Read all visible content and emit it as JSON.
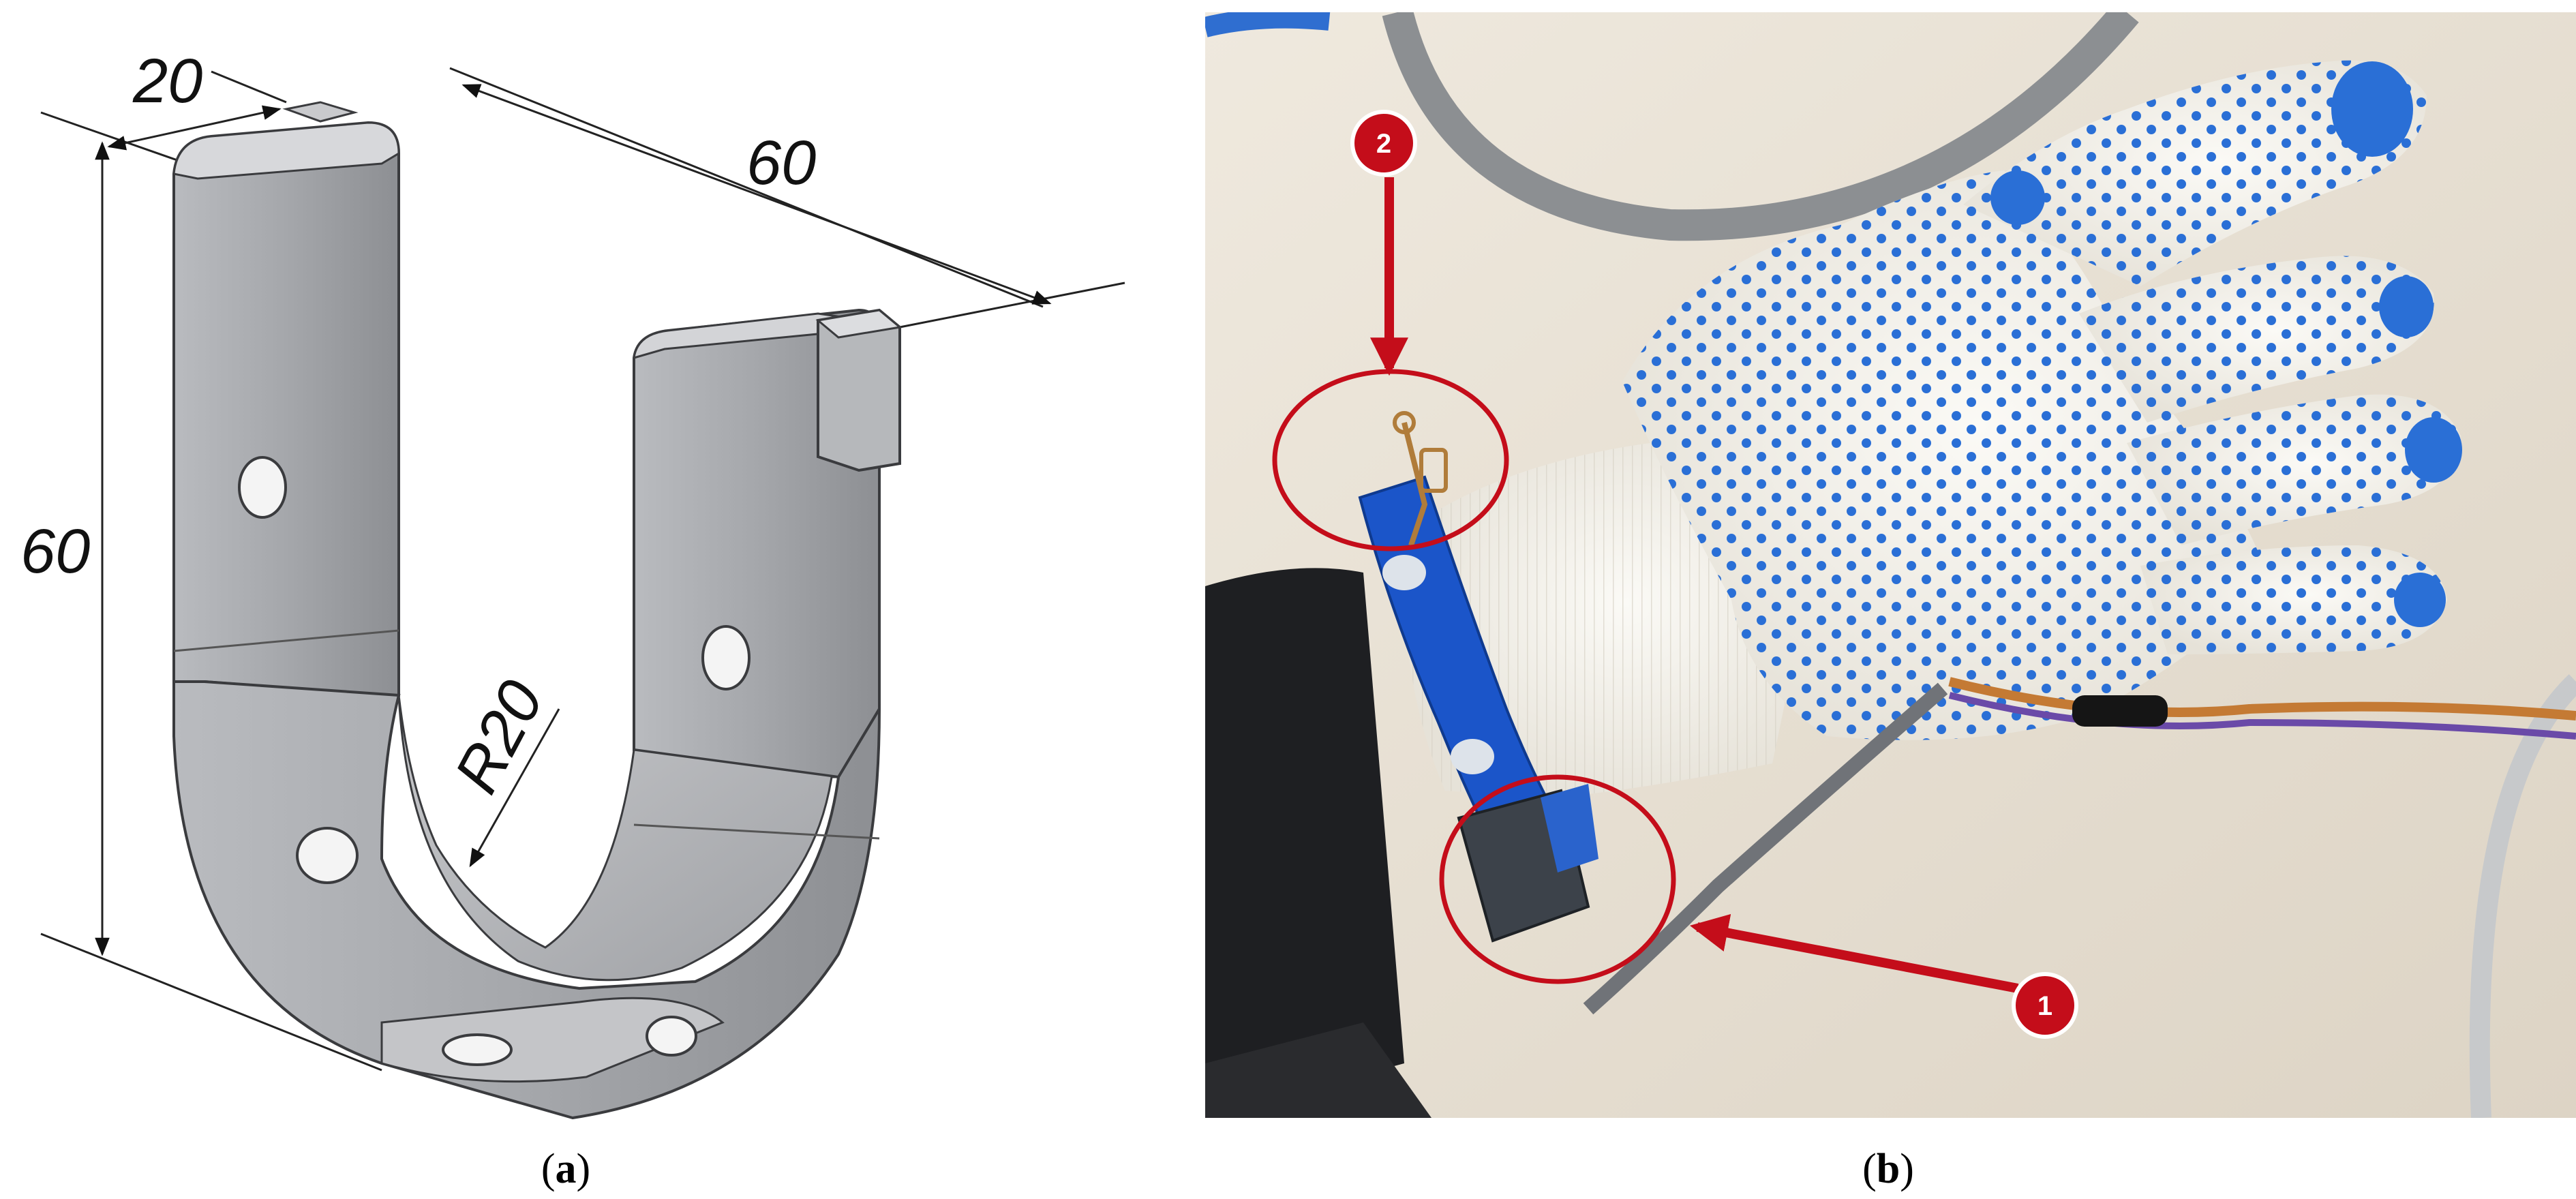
{
  "panel_a": {
    "caption": {
      "open": "(",
      "letter": "a",
      "close": ")"
    },
    "dimensions": {
      "width_top": "20",
      "depth": "60",
      "height": "60",
      "radius": "R20"
    }
  },
  "panel_b": {
    "caption": {
      "open": "(",
      "letter": "b",
      "close": ")"
    },
    "markers": [
      "1",
      "2"
    ]
  },
  "colors": {
    "marker_red": "#c40d1a",
    "strap_blue": "#1b55c9",
    "glove_dot_blue": "#2a6fd6",
    "bracket_gray": "#9a9ca0",
    "background_beige": "#e9e2d6"
  }
}
